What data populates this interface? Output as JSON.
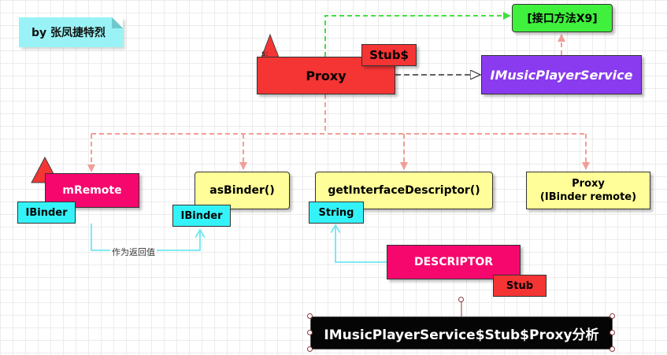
{
  "note": {
    "text": "by 张凤捷特烈"
  },
  "proxy": {
    "label": "Proxy",
    "stub_tag": "Stub$",
    "s_marker": "s:"
  },
  "interface_methods": {
    "label": "[接口方法X9]"
  },
  "imusic": {
    "label": "IMusicPlayerService"
  },
  "mremote": {
    "label": "mRemote",
    "type_tag": "IBinder"
  },
  "asbinder": {
    "label": "asBinder()",
    "type_tag": "IBinder"
  },
  "getdesc": {
    "label": "getInterfaceDescriptor()",
    "type_tag": "String"
  },
  "proxy_ctor": {
    "line1": "Proxy",
    "line2": "(IBinder remote)"
  },
  "descriptor": {
    "label": "DESCRIPTOR",
    "owner_tag": "Stub"
  },
  "edge_return": {
    "label": "作为返回值"
  },
  "diagram_title": {
    "label": "IMusicPlayerService$Stub$Proxy分析"
  },
  "colors": {
    "red": "#f53434",
    "magenta": "#f5076e",
    "yellow": "#fffe98",
    "cyan": "#34f3f8",
    "purple": "#8a3bef",
    "green": "#3ff03d",
    "pink_dash": "#f29d96",
    "green_dash": "#43e041",
    "cyan_line": "#6fe8f0"
  }
}
